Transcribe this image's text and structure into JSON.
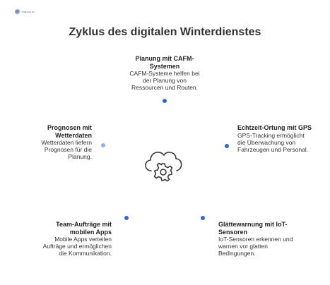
{
  "logo": {
    "text": "Napkin.ai"
  },
  "title": "Zyklus des digitalen Winterdienstes",
  "hub_icon": "cloud-gear-icon",
  "colors": {
    "dot_dark": "#3b64c3",
    "dot_light": "#8fb3ec",
    "icon_stroke": "#3a3a3a"
  },
  "nodes": {
    "top": {
      "title_lines": [
        "Planung mit CAFM-",
        "Systemen"
      ],
      "desc_lines": [
        "CAFM-Systeme helfen bei",
        "der Planung von",
        "Ressourcen und Routen."
      ]
    },
    "right": {
      "title_lines": [
        "Echtzeit-Ortung mit GPS"
      ],
      "desc_lines": [
        "GPS-Tracking ermöglicht",
        "die Überwachung von",
        "Fahrzeugen und Personal."
      ]
    },
    "bottom_right": {
      "title_lines": [
        "Glättewarnung mit IoT-",
        "Sensoren"
      ],
      "desc_lines": [
        "IoT-Sensoren erkennen und",
        "warnen vor glatten",
        "Bedingungen."
      ]
    },
    "bottom_left": {
      "title_lines": [
        "Team-Aufträge mit",
        "mobilen Apps"
      ],
      "desc_lines": [
        "Mobile Apps verteilen",
        "Aufträge und ermöglichen",
        "die Kommunikation."
      ]
    },
    "left": {
      "title_lines": [
        "Prognosen mit",
        "Wetterdaten"
      ],
      "desc_lines": [
        "Wetterdaten liefern",
        "Prognosen für die Planung."
      ]
    }
  }
}
